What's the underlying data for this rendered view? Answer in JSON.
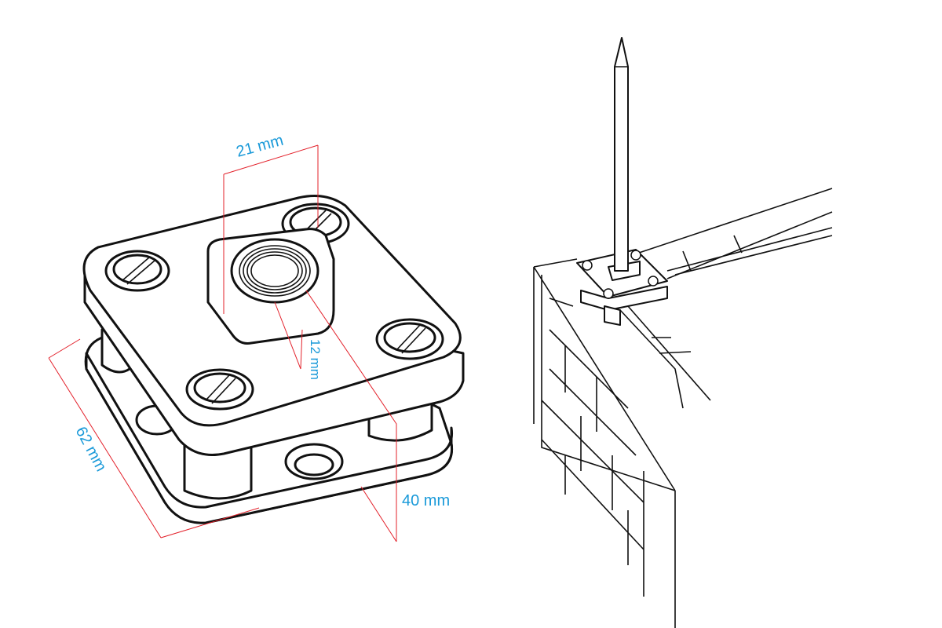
{
  "dimensions": {
    "width_top": "21 mm",
    "depth": "12 mm",
    "length": "62 mm",
    "height": "40 mm"
  },
  "colors": {
    "dimension_line": "#e3202a",
    "dimension_text": "#1a9ad9",
    "outline": "#111111"
  }
}
